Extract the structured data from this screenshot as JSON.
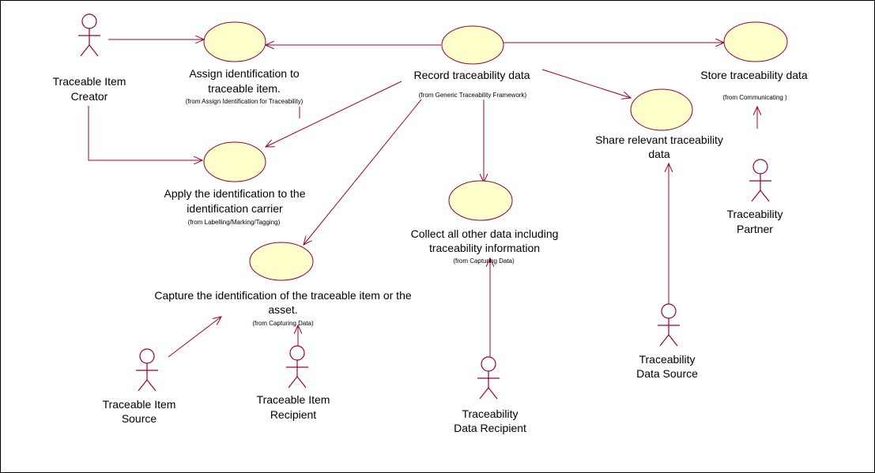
{
  "colors": {
    "usecase_fill": "#ffffcc",
    "line": "#990033",
    "border": "#000000",
    "background": "#ffffff"
  },
  "use_cases": {
    "assign": {
      "lines": [
        "Assign identification to",
        "traceable item."
      ],
      "from": "(from Assign Identification for Traceability)"
    },
    "record": {
      "lines": [
        "Record traceability data"
      ],
      "from": "(from Generic Traceability Framework)"
    },
    "store": {
      "lines": [
        "Store traceability data"
      ],
      "from": "(from Communicating )"
    },
    "share": {
      "lines": [
        "Share relevant traceability",
        "data"
      ],
      "from": ""
    },
    "apply": {
      "lines": [
        "Apply the identification to the",
        "identification carrier"
      ],
      "from": "(from Labelling/Marking/Tagging)"
    },
    "collect": {
      "lines": [
        "Collect all other data including",
        "traceability information"
      ],
      "from": "(from Capturing Data)"
    },
    "capture": {
      "lines": [
        "Capture the identification of the traceable item or the",
        "asset."
      ],
      "from": "(from Capturing Data)"
    }
  },
  "actors": {
    "creator": {
      "lines": [
        "Traceable Item",
        "Creator"
      ]
    },
    "source": {
      "lines": [
        "Traceable Item",
        "Source"
      ]
    },
    "recipient": {
      "lines": [
        "Traceable Item",
        "Recipient"
      ]
    },
    "data_recipient": {
      "lines": [
        "Traceability",
        "Data Recipient"
      ]
    },
    "data_source": {
      "lines": [
        "Traceability",
        "Data Source"
      ]
    },
    "partner": {
      "lines": [
        "Traceability",
        "Partner"
      ]
    }
  }
}
